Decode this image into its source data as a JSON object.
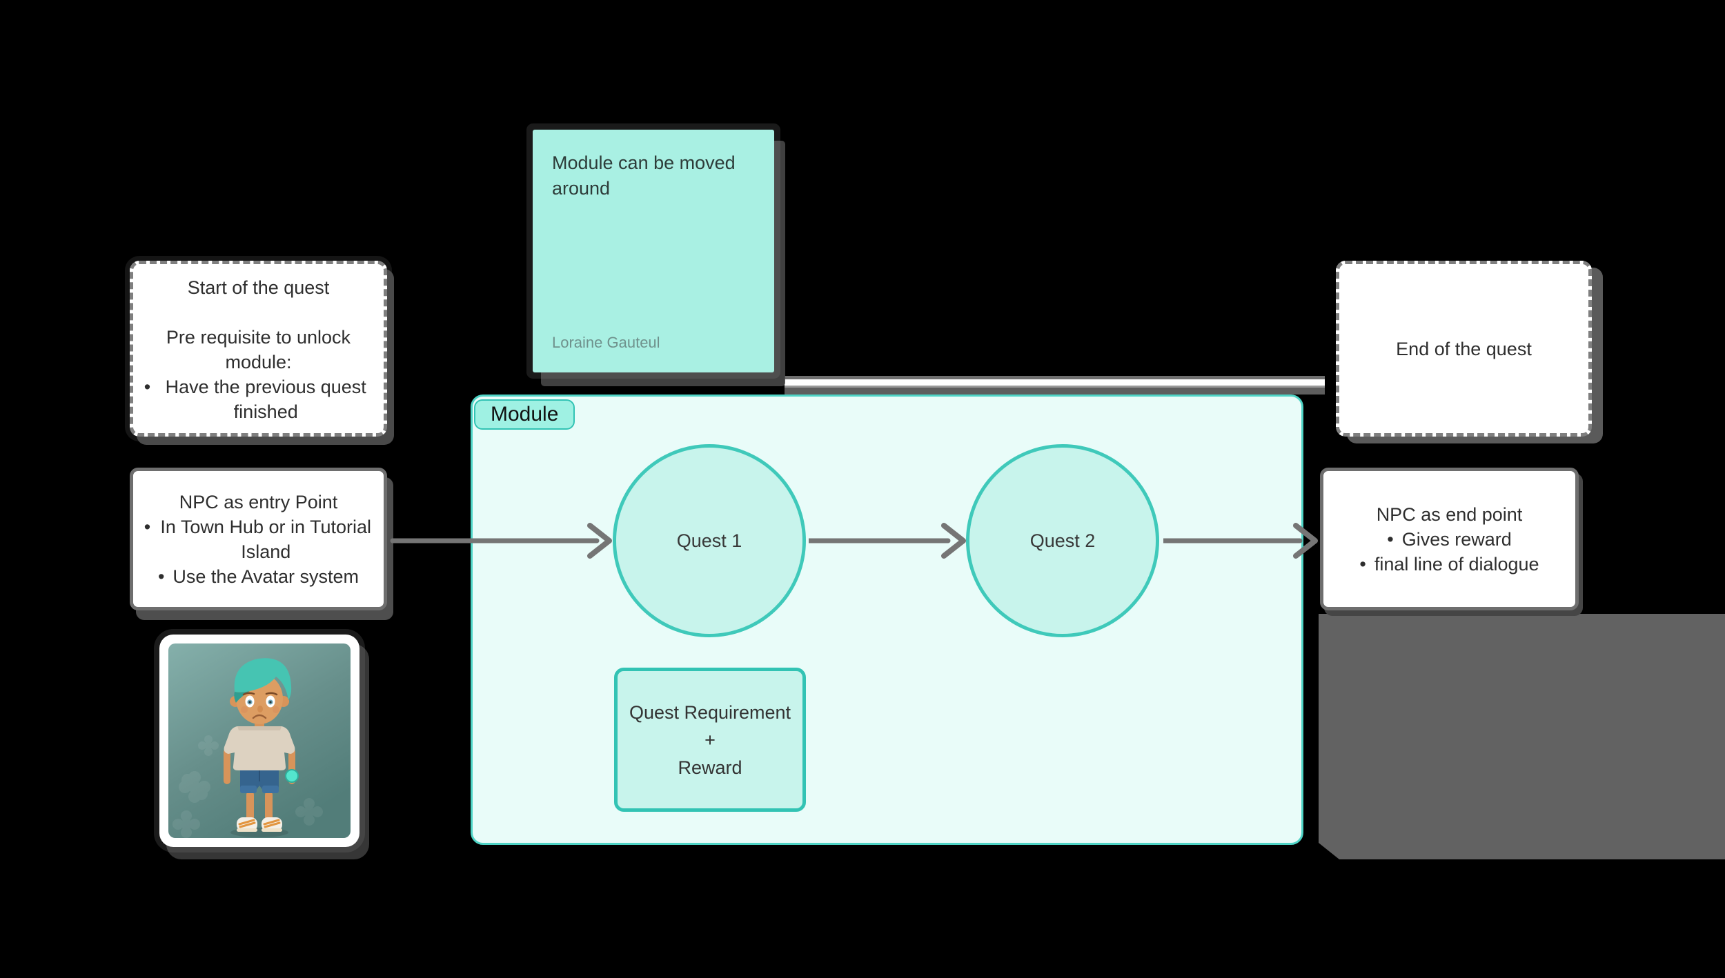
{
  "ui": {
    "bullet_char": "•"
  },
  "colors": {
    "background": "#000000",
    "sticky_fill": "#a9f0e3",
    "sticky_text": "#2d3c39",
    "sticky_author": "#6f918c",
    "module_fill": "#e9fcf9",
    "module_border": "#4ed3c5",
    "pill_fill": "#9ff1e3",
    "pill_border": "#32c3b4",
    "node_fill": "#c8f4ec",
    "node_border": "#3fc9ba",
    "card_bg": "#ffffff",
    "dashed_border": "#7f7f7f",
    "solid_border": "#6e6e6e",
    "text": "#2e2e2e",
    "arrow": "#757575",
    "shadow": "#4a4a4a",
    "big_shadow": "#626262"
  },
  "sticky_note": {
    "text": "Module can be moved around",
    "author": "Loraine Gauteul"
  },
  "start_box": {
    "title": "Start of the quest",
    "subtitle": "Pre requisite to unlock module:",
    "bullets": [
      "Have the previous quest finished"
    ]
  },
  "npc_entry_box": {
    "title": "NPC as entry Point",
    "bullets": [
      "In Town Hub or in Tutorial Island",
      "Use the Avatar system"
    ]
  },
  "module": {
    "label": "Module",
    "nodes": [
      "Quest 1",
      "Quest 2"
    ],
    "requirement_box": [
      "Quest Requirement",
      "+",
      "Reward"
    ]
  },
  "end_box": {
    "title": "End of the quest"
  },
  "npc_end_box": {
    "title": "NPC as end point",
    "bullets": [
      "Gives reward",
      "final line of dialogue"
    ]
  }
}
